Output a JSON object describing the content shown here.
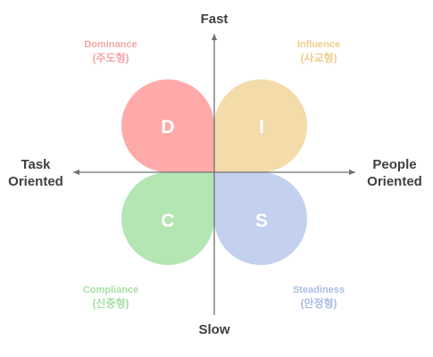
{
  "axes": {
    "top": "Fast",
    "bottom": "Slow",
    "left_line1": "Task",
    "left_line2": "Oriented",
    "right_line1": "People",
    "right_line2": "Oriented"
  },
  "quadrants": {
    "d": {
      "letter": "D",
      "name": "Dominance",
      "korean": "(주도형)",
      "color": "#ffaaaa",
      "label_color": "#f4a7a7"
    },
    "i": {
      "letter": "I",
      "name": "Influence",
      "korean": "(사교형)",
      "color": "#f3dbaa",
      "label_color": "#f0cd8f"
    },
    "c": {
      "letter": "C",
      "name": "Compliance",
      "korean": "(신중형)",
      "color": "#b3e6b3",
      "label_color": "#a6dea6"
    },
    "s": {
      "letter": "S",
      "name": "Steadiness",
      "korean": "(안정형)",
      "color": "#c3d1ee",
      "label_color": "#a9bce3"
    }
  },
  "colors": {
    "axis": "#707070",
    "axis_text": "#404040",
    "letter": "#ffffff"
  }
}
